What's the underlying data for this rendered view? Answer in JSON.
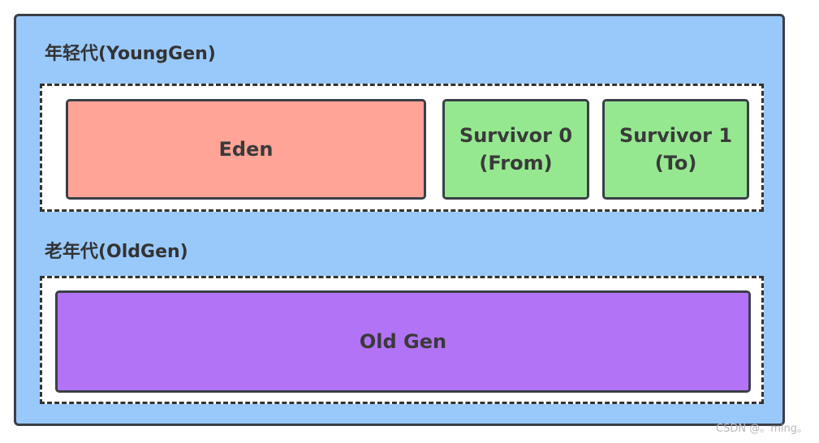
{
  "heap": {
    "young_label": "年轻代(YoungGen)",
    "old_label": "老年代(OldGen)",
    "background_color": "#99c9fb"
  },
  "young_gen": {
    "eden": {
      "label": "Eden",
      "color": "#ffa497"
    },
    "survivor0": {
      "line1": "Survivor 0",
      "line2": "(From)",
      "color": "#95e88f"
    },
    "survivor1": {
      "line1": "Survivor 1",
      "line2": "(To)",
      "color": "#95e88f"
    }
  },
  "old_gen": {
    "label": "Old Gen",
    "color": "#b373f7"
  },
  "watermark": "CSDN @。ming。"
}
